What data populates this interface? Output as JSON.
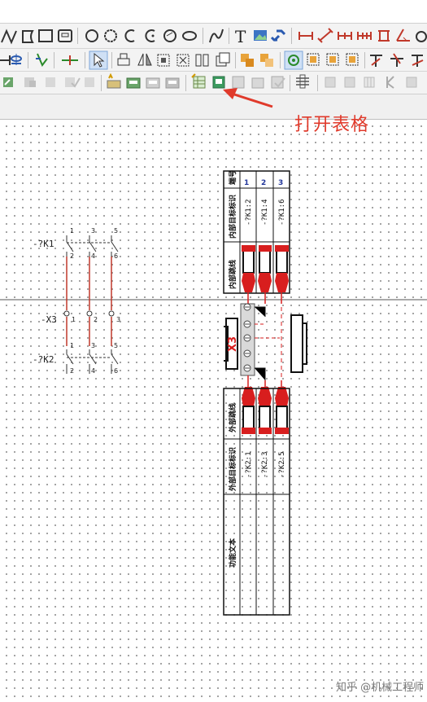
{
  "annotation": {
    "text": "打开表格",
    "color": "#e03a2b"
  },
  "watermark": "知乎 @机械工程师",
  "toolbar": {
    "row1": [
      "polyline-icon",
      "arc-segment-icon",
      "rectangle-icon",
      "rounded-rect-icon",
      "circle-icon",
      "circle-3pt-icon",
      "arc-icon",
      "arc-3pt-icon",
      "ellipse-icon",
      "spline-icon",
      "text-icon",
      "image-icon",
      "link-icon",
      "dimension-h-icon",
      "dimension-align-icon",
      "dimension-chain-icon",
      "dimension-base-icon",
      "dimension-radius-icon",
      "dimension-angle-icon",
      "dimension-diameter-icon"
    ],
    "row2": [
      "connector-icon",
      "cross-icon",
      "bridge-icon",
      "terminal-jump-icon",
      "select-icon",
      "macro-icon",
      "mirror-icon",
      "group-icon",
      "ungroup-icon",
      "align-icon",
      "copy-format-icon",
      "color-fill-icon",
      "snap-grid-icon",
      "snap-object-icon",
      "snap-point-icon",
      "move-icon",
      "break-icon",
      "trim-icon"
    ],
    "row3": [
      "device-insert-icon",
      "device-disabled-icon",
      "device-list-icon",
      "check-icon",
      "function-icon",
      "terminal-strip-icon",
      "terminal-edit-icon",
      "terminal-insert-icon",
      "terminal-delete-icon",
      "open-table-icon",
      "table-editor-icon",
      "table-export-icon",
      "table-import-icon",
      "table-check-icon",
      "plc-icon",
      "cable-icon",
      "layout-icon",
      "grid-icon",
      "more-icon"
    ]
  },
  "schematic": {
    "devices": {
      "k1": "-?K1",
      "x3": "-X3",
      "k2": "-?K2"
    },
    "pins_top": [
      "1",
      "3",
      "5"
    ],
    "pins_bottom": [
      "2",
      "4",
      "6"
    ],
    "terminal_pins": [
      "1",
      "2",
      "3"
    ],
    "terminal_strip_label": "X3",
    "top_table": {
      "header_label": "端号",
      "columns": [
        "1",
        "2",
        "3"
      ],
      "target_label": "内部目标标识",
      "targets": [
        "-?K1:2",
        "-?K1:4",
        "-?K1:6"
      ],
      "wire_label": "内部跳线"
    },
    "bottom_table": {
      "wire_label": "外部跳线",
      "target_label": "外部目标标识",
      "targets": [
        "-?K2:1",
        "-?K2:3",
        "-?K2:5"
      ],
      "function_label": "功能文本"
    }
  }
}
